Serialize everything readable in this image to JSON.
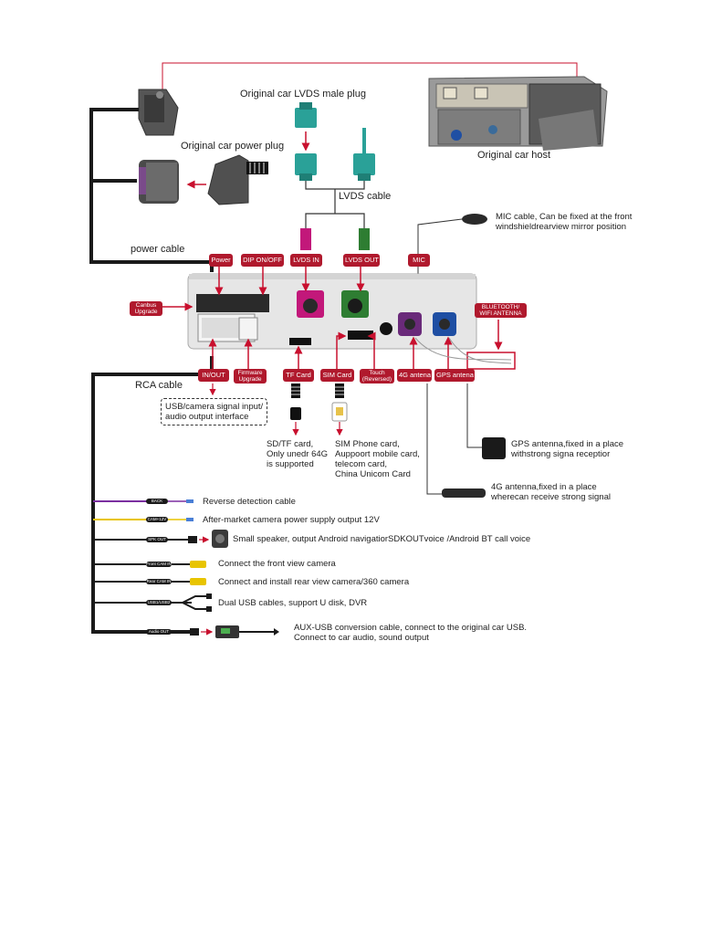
{
  "labels": {
    "lvds_male_plug": "Original car LVDS male plug",
    "power_plug": "Original car power plug",
    "car_host": "Original car host",
    "lvds_cable": "LVDS cable",
    "power_cable": "power cable",
    "mic_cable_1": "MIC cable, Can be fixed at the front",
    "mic_cable_2": "windshieldrearview mirror position",
    "rca_cable": "RCA cable",
    "usb_box_1": "USB/camera signal input/",
    "usb_box_2": "audio output interface",
    "sd_1": "SD/TF card,",
    "sd_2": "Only unedr 64G",
    "sd_3": "is supported",
    "sim_1": "SIM Phone card,",
    "sim_2": "Auppoort mobile card,",
    "sim_3": "telecom card,",
    "sim_4": "China Unicom Card",
    "gps_1": "GPS antenna,fixed in a place",
    "gps_2": "withstrong signa receptior",
    "ant4g_1": "4G antenna,fixed in a place",
    "ant4g_2": "wherecan receive strong signal"
  },
  "tags": {
    "power": "Power",
    "dip": "DIP ON/OFF",
    "lvds_in": "LVDS IN",
    "lvds_out": "LVDS OUT",
    "mic": "MIC",
    "canbus_1": "Canbus",
    "canbus_2": "Upgrade",
    "bt_1": "BLUETOOTH/",
    "bt_2": "WIFI ANTENNA",
    "in_out": "IN/OUT",
    "fw_1": "Firmware",
    "fw_2": "Upgrade",
    "tf": "TF Card",
    "sim": "SIM Card",
    "touch_1": "Touch",
    "touch_2": "(Reversed)",
    "ant4g": "4G antena",
    "gps": "GPS antena"
  },
  "cables": [
    {
      "pill": "BACK",
      "desc": "Reverse detection cable"
    },
    {
      "pill": "CAM+12V",
      "desc": "After-market camera power supply output 12V"
    },
    {
      "pill": "SPK OUT",
      "desc": "Small speaker, output Android navigatiorSDKOUTvoice /Android BT call voice"
    },
    {
      "pill": "Front CAM IN",
      "desc": "Connect the front view camera"
    },
    {
      "pill": "Rear CAM IN",
      "desc": "Connect and install rear view camera/360 camera"
    },
    {
      "pill": "USB1/USB2",
      "desc": "Dual USB cables, support U disk, DVR"
    },
    {
      "pill": "Audio OUT",
      "desc_1": "AUX-USB conversion cable, connect to the original car USB.",
      "desc_2": "Connect to car audio, sound output"
    }
  ],
  "colors": {
    "tag_red": "#b0192d",
    "arrow_red": "#c8102e",
    "lvds_teal": "#2aa198",
    "lvds_in_magenta": "#c2187a",
    "lvds_out_green": "#2e7d32",
    "back_wire": "#7b2fa0",
    "cam12v_wire": "#e8c400",
    "fakra_purple": "#6a2a7a",
    "fakra_blue": "#1f4fa3"
  }
}
